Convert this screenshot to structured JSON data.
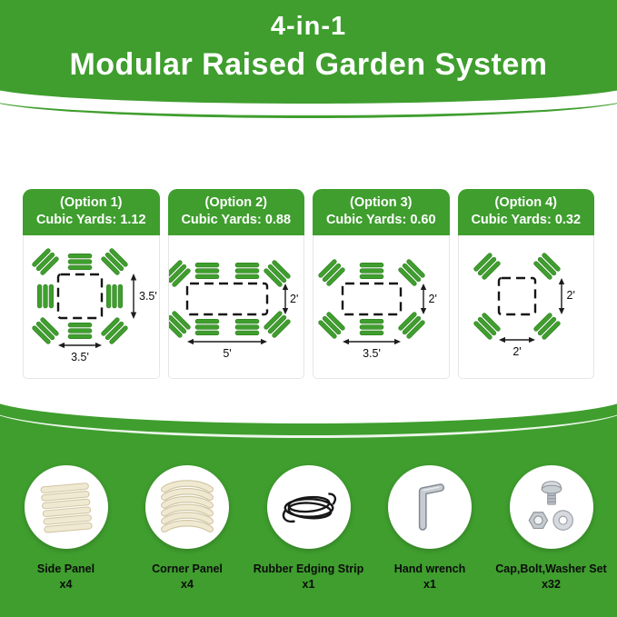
{
  "banner": {
    "line1": "4-in-1",
    "line2": "Modular Raised Garden System"
  },
  "options": [
    {
      "title": "(Option 1)",
      "subtitle": "Cubic Yards: 1.12",
      "width_label": "3.5'",
      "height_label": "3.5'"
    },
    {
      "title": "(Option 2)",
      "subtitle": "Cubic Yards: 0.88",
      "width_label": "5'",
      "height_label": "2'"
    },
    {
      "title": "(Option 3)",
      "subtitle": "Cubic Yards: 0.60",
      "width_label": "3.5'",
      "height_label": "2'"
    },
    {
      "title": "(Option 4)",
      "subtitle": "Cubic Yards: 0.32",
      "width_label": "2'",
      "height_label": "2'"
    }
  ],
  "parts": [
    {
      "name": "Side Panel",
      "qty": "x4",
      "icon": "side-panel-icon"
    },
    {
      "name": "Corner Panel",
      "qty": "x4",
      "icon": "corner-panel-icon"
    },
    {
      "name": "Rubber Edging Strip",
      "qty": "x1",
      "icon": "rubber-edging-strip-icon"
    },
    {
      "name": "Hand wrench",
      "qty": "x1",
      "icon": "hand-wrench-icon"
    },
    {
      "name": "Cap,Bolt,Washer Set",
      "qty": "x32",
      "icon": "cap-bolt-washer-icon"
    }
  ],
  "colors": {
    "brand_green": "#3F9E2E",
    "panel_cream": "#F0E9D2",
    "text_dark": "#0C0C0C",
    "background": "#FFFFFF"
  }
}
